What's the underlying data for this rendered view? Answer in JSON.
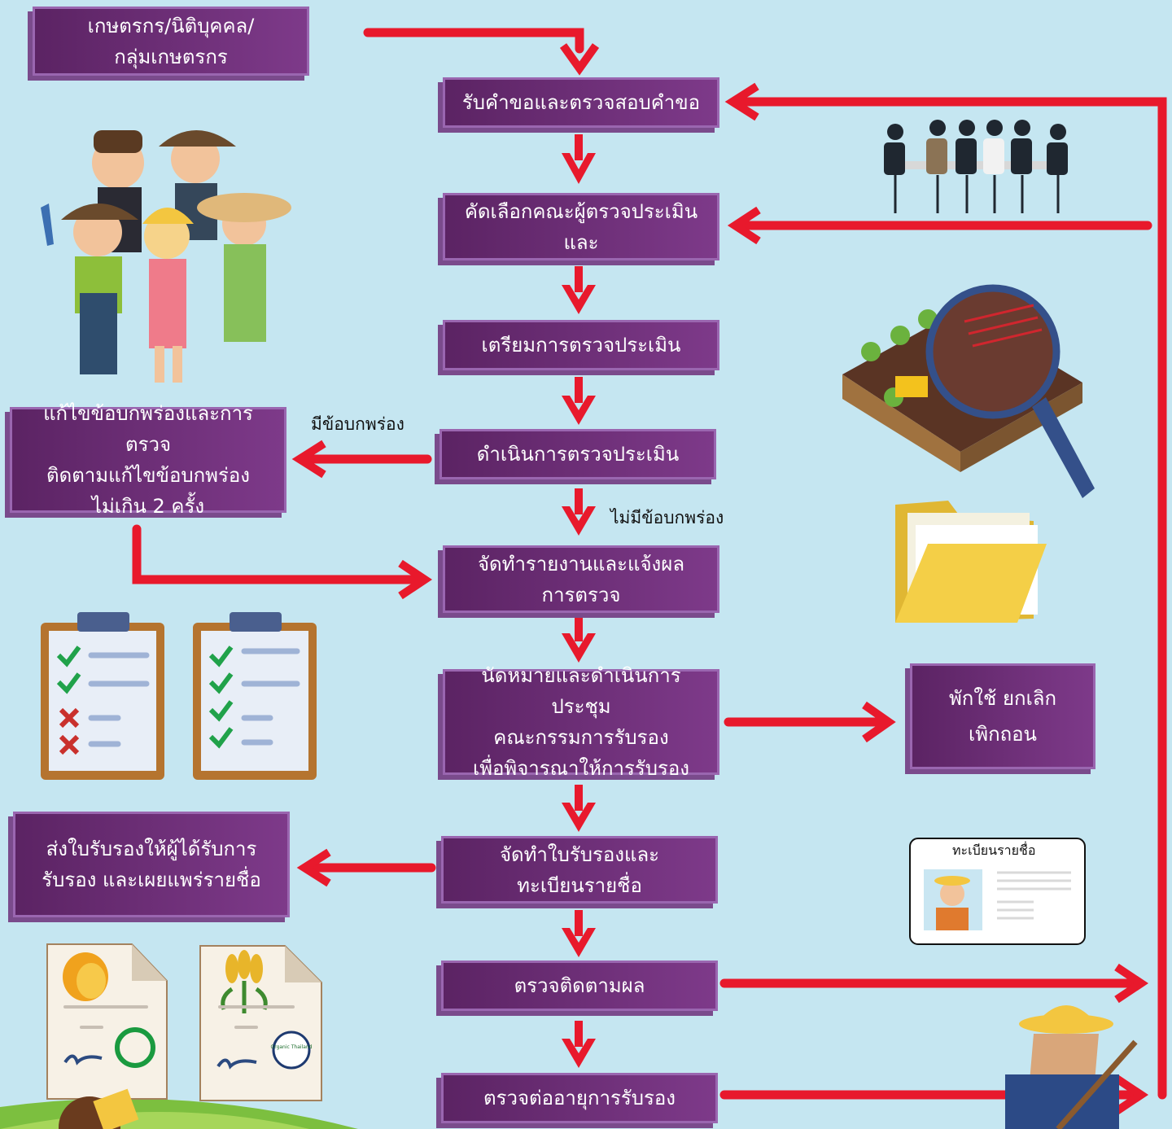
{
  "steps": {
    "applicant": "เกษตรกร/นิติบุคคล/\nกลุ่มเกษตรกร",
    "receive": "รับคำขอและตรวจสอบคำขอ",
    "select": "คัดเลือกคณะผู้ตรวจประเมิน\nและ",
    "prepare": "เตรียมการตรวจประเมิน",
    "conduct": "ดำเนินการตรวจประเมิน",
    "fix": "แก้ไขข้อบกพร่องและการตรวจ\nติดตามแก้ไขข้อบกพร่อง\nไม่เกิน 2 ครั้ง",
    "report": "จัดทำรายงานและแจ้งผล\nการตรวจ",
    "meeting": "นัดหมายและดำเนินการประชุม\nคณะกรรมการรับรอง\nเพื่อพิจารณาให้การรับรอง",
    "suspend": "พักใช้ ยกเลิก\nเพิกถอน",
    "certificate": "จัดทำใบรับรองและ\nทะเบียนรายชื่อ",
    "send": "ส่งใบรับรองให้ผู้ได้รับการ\nรับรอง และเผยแพร่รายชื่อ",
    "monitor": "ตรวจติดตามผล",
    "renew": "ตรวจต่ออายุการรับรอง"
  },
  "labels": {
    "defect": "มีข้อบกพร่อง",
    "no_defect": "ไม่มีข้อบกพร่อง",
    "registry_card": "ทะเบียนรายชื่อ",
    "organic_stamp": "Organic Thailand"
  },
  "colors": {
    "background": "#c5e6f1",
    "box": "#6b2d75",
    "arrow": "#e8192c"
  }
}
